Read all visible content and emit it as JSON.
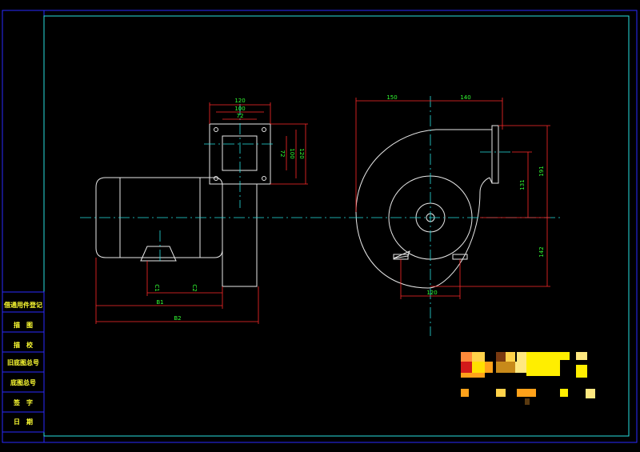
{
  "drawing": {
    "colors": {
      "background": "#000000",
      "outline": "#e8e8e8",
      "dimension": "#ff2a2a",
      "dimension_text": "#33ff33",
      "frame": "#27e0e0",
      "outer_border": "#2a2aff",
      "table_text": "#ffff33"
    },
    "side_view": {
      "flange_dims": [
        "120",
        "100",
        "72"
      ],
      "flange_side_dims": [
        "72",
        "100",
        "120"
      ],
      "bottom_dims": [
        "C1",
        "C2",
        "B1",
        "B2"
      ]
    },
    "front_view": {
      "top_dims": [
        "150",
        "140"
      ],
      "right_dims": [
        "131",
        "191",
        "142"
      ],
      "bottom_dim": "120"
    },
    "side_table": {
      "rows": [
        "借通用件登记",
        "描　图",
        "描　校",
        "旧底图总号",
        "底图总号",
        "签　字",
        "日　期"
      ]
    },
    "title_block": {
      "note": "redacted/pixelated title block"
    }
  }
}
